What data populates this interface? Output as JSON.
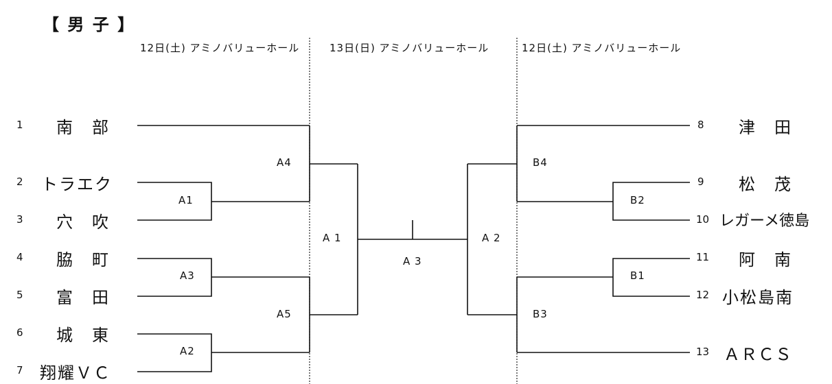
{
  "header": {
    "title": "【 男  子 】"
  },
  "venues": [
    "12日(土) アミノバリューホール",
    "13日(日) アミノバリューホール",
    "12日(土) アミノバリューホール"
  ],
  "teams_left": [
    {
      "seed": "1",
      "name": "南　部"
    },
    {
      "seed": "2",
      "name": "トラエク"
    },
    {
      "seed": "3",
      "name": "穴　吹"
    },
    {
      "seed": "4",
      "name": "脇　町"
    },
    {
      "seed": "5",
      "name": "富　田"
    },
    {
      "seed": "6",
      "name": "城　東"
    },
    {
      "seed": "7",
      "name": "翔耀ＶＣ"
    }
  ],
  "teams_right": [
    {
      "seed": "8",
      "name": "津　田"
    },
    {
      "seed": "9",
      "name": "松　茂"
    },
    {
      "seed": "10",
      "name": "レガーメ徳島"
    },
    {
      "seed": "11",
      "name": "阿　南"
    },
    {
      "seed": "12",
      "name": "小松島南"
    },
    {
      "seed": "13",
      "name": "ＡＲＣＳ"
    }
  ],
  "matches": {
    "left_a1": "A1",
    "left_a3": "A3",
    "left_a2": "A2",
    "left_a4": "A4",
    "left_a5": "A5",
    "semi_left": "A 1",
    "final": "A 3",
    "semi_right": "A 2",
    "right_b4": "B4",
    "right_b2": "B2",
    "right_b1": "B1",
    "right_b3": "B3"
  }
}
